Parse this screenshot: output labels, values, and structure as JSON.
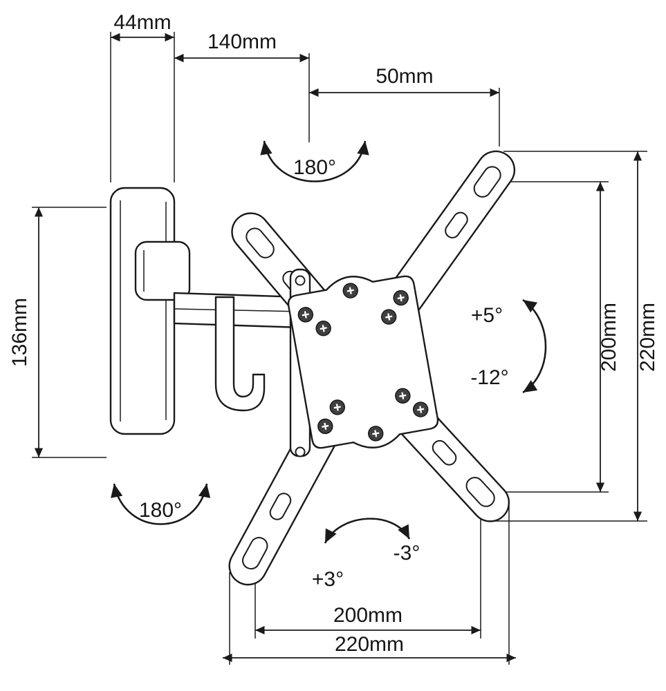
{
  "figure": {
    "subject": "Articulating TV wall-mount bracket technical drawing",
    "background": "#ffffff",
    "line_color": "#1a1a1a"
  },
  "dimensions": {
    "wall_plate_depth": "44mm",
    "arm_reach": "140mm",
    "plate_offset": "50mm",
    "wall_plate_height": "136mm",
    "vesa_height": "200mm",
    "overall_height": "220mm",
    "vesa_width": "200mm",
    "overall_width": "220mm"
  },
  "angles": {
    "swivel_top": "180°",
    "swivel_base": "180°",
    "tilt_up": "+5°",
    "tilt_down": "-12°",
    "level_plus": "+3°",
    "level_minus": "-3°"
  }
}
